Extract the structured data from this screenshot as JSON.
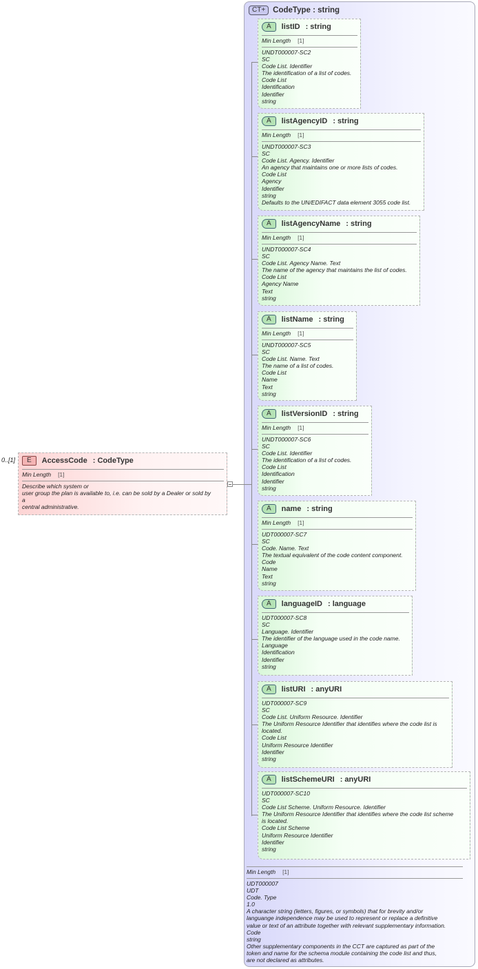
{
  "element": {
    "badge": "E",
    "name": "AccessCode",
    "type": ": CodeType",
    "occurrence": "0..[1]",
    "facet_label": "Min Length",
    "facet_value": "[1]",
    "documentation": "Describe which system or\nuser group the plan is available to, i.e. can be sold by a Dealer or sold by\na\ncentral administrative."
  },
  "complex_type": {
    "badge": "CT+",
    "title": "CodeType : string",
    "attributes": [
      {
        "name": "listID",
        "type": ": string",
        "facet_label": "Min Length",
        "facet_value": "[1]",
        "doc": "UNDT000007-SC2\nSC\nCode List. Identifier\nThe identification of a list of codes.\nCode List\nIdentification\nIdentifier\nstring"
      },
      {
        "name": "listAgencyID",
        "type": ": string",
        "facet_label": "Min Length",
        "facet_value": "[1]",
        "doc": "UNDT000007-SC3\nSC\nCode List. Agency. Identifier\nAn agency that maintains one or more lists of codes.\nCode List\nAgency\nIdentifier\nstring\nDefaults to the UN/EDIFACT data element 3055 code list."
      },
      {
        "name": "listAgencyName",
        "type": ": string",
        "facet_label": "Min Length",
        "facet_value": "[1]",
        "doc": "UNDT000007-SC4\nSC\nCode List. Agency Name. Text\nThe name of the agency that maintains the list of codes.\nCode List\nAgency Name\nText\nstring"
      },
      {
        "name": "listName",
        "type": ": string",
        "facet_label": "Min Length",
        "facet_value": "[1]",
        "doc": "UNDT000007-SC5\nSC\nCode List. Name. Text\nThe name of a list of codes.\nCode List\nName\nText\nstring"
      },
      {
        "name": "listVersionID",
        "type": ": string",
        "facet_label": "Min Length",
        "facet_value": "[1]",
        "doc": "UNDT000007-SC6\nSC\nCode List. Identifier\nThe identification of a list of codes.\nCode List\nIdentification\nIdentifier\nstring"
      },
      {
        "name": "name",
        "type": ": string",
        "facet_label": "Min Length",
        "facet_value": "[1]",
        "doc": "UDT000007-SC7\nSC\nCode. Name. Text\nThe textual equivalent of the code content component.\nCode\nName\nText\nstring"
      },
      {
        "name": "languageID",
        "type": ": language",
        "doc": "UDT000007-SC8\nSC\nLanguage. Identifier\nThe identifier of the language used in the code name.\nLanguage\nIdentification\nIdentifier\nstring"
      },
      {
        "name": "listURI",
        "type": ": anyURI",
        "doc": "UDT000007-SC9\nSC\nCode List. Uniform Resource. Identifier\nThe Uniform Resource Identifier that identifies where the code list is\nlocated.\nCode List\nUniform Resource Identifier\nIdentifier\nstring"
      },
      {
        "name": "listSchemeURI",
        "type": ": anyURI",
        "doc": "UDT000007-SC10\nSC\nCode List Scheme. Uniform Resource. Identifier\nThe Uniform Resource Identifier that identifies where the code list scheme\nis located.\nCode List Scheme\nUniform Resource Identifier\nIdentifier\nstring"
      }
    ],
    "attribute_badge": "A",
    "facet_label": "Min Length",
    "facet_value": "[1]",
    "documentation": "UDT000007\nUDT\nCode. Type\n1.0\nA character string (letters, figures, or symbols) that for brevity and/or\nlanguange independence may be used to represent or replace a definitive\nvalue or text of an attribute together with relevant supplementary information.\nCode\nstring\nOther supplementary components in the CCT are captured as part of the\ntoken and name for the schema module containing the code list and thus,\nare not declared as attributes."
  }
}
